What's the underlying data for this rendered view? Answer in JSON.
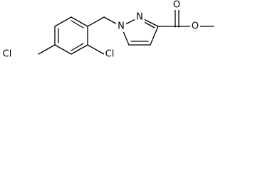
{
  "molecule": {
    "atoms": {
      "cl_left": "Cl",
      "cl_ortho": "Cl",
      "n1": "N",
      "n2": "N",
      "o_carbonyl": "O",
      "o_ester": "O"
    },
    "colors": {
      "bond": "#000000",
      "label": "#000000",
      "background": "#ffffff"
    }
  }
}
